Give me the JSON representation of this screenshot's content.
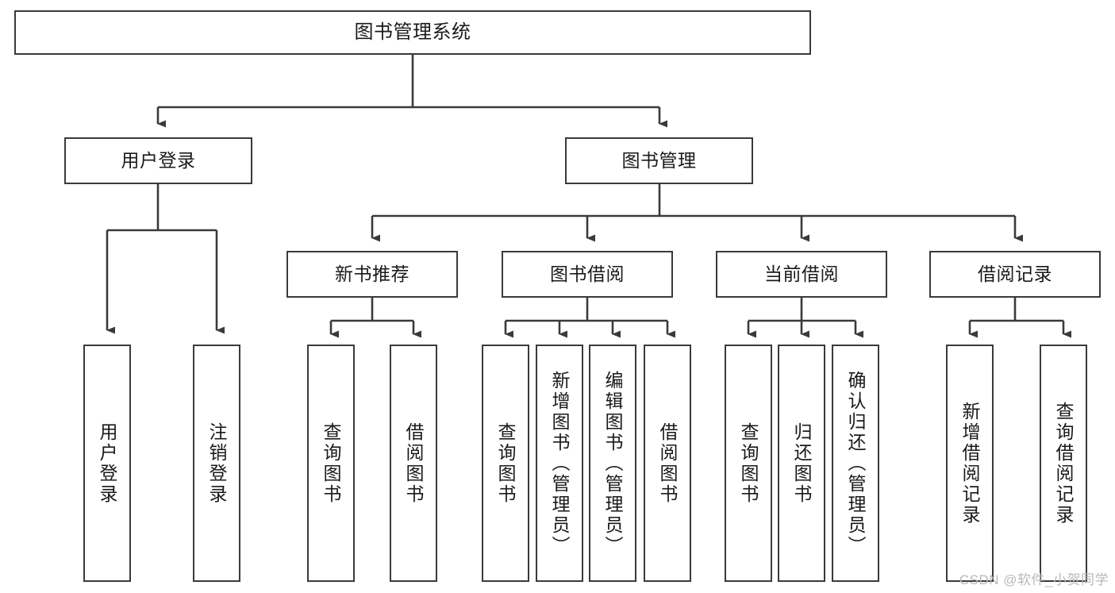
{
  "diagram": {
    "title": "图书管理系统",
    "type": "tree-hierarchy-chart",
    "watermark": "CSDN @软件_小贺同学",
    "colors": {
      "background": "#ffffff",
      "stroke": "#3a3a3a",
      "text": "#1a1a1a",
      "watermark": "#b9b9b9"
    },
    "root": {
      "label": "图书管理系统"
    },
    "level2": [
      {
        "label": "用户登录"
      },
      {
        "label": "图书管理"
      }
    ],
    "level3": [
      {
        "label": "新书推荐"
      },
      {
        "label": "图书借阅"
      },
      {
        "label": "当前借阅"
      },
      {
        "label": "借阅记录"
      }
    ],
    "leaves": {
      "user_login": [
        {
          "label": "用户登录"
        },
        {
          "label": "注销登录"
        }
      ],
      "new_book_recommend": [
        {
          "label": "查询图书"
        },
        {
          "label": "借阅图书"
        }
      ],
      "book_borrow": [
        {
          "label": "查询图书"
        },
        {
          "label": "新增图书（管理员）"
        },
        {
          "label": "编辑图书（管理员）"
        },
        {
          "label": "借阅图书"
        }
      ],
      "current_borrow": [
        {
          "label": "查询图书"
        },
        {
          "label": "归还图书"
        },
        {
          "label": "确认归还（管理员）"
        }
      ],
      "borrow_record": [
        {
          "label": "新增借阅记录"
        },
        {
          "label": "查询借阅记录"
        }
      ]
    }
  }
}
